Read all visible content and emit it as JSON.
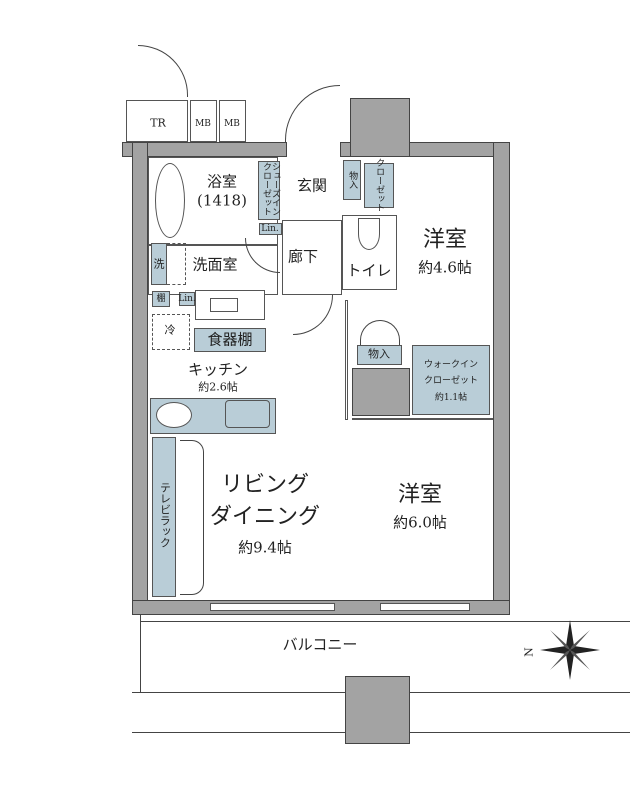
{
  "rooms": {
    "tr": "TR",
    "mb1": "MB",
    "mb2": "MB",
    "bath": "浴室",
    "bath_size": "(1418)",
    "shoes": "シューズインクローゼット",
    "entrance": "玄関",
    "storage1": "物入",
    "closet": "クローゼット",
    "lin1": "Lin.",
    "lin2": "Lin.",
    "corridor": "廊下",
    "toilet": "トイレ",
    "western1": "洋室",
    "western1_size": "約4.6帖",
    "washroom": "洗面室",
    "washer": "洗",
    "shelf": "棚",
    "fridge": "冷",
    "cupboard": "食器棚",
    "kitchen": "キッチン",
    "kitchen_size": "約2.6帖",
    "storage2": "物入",
    "wic": "ウォークイン",
    "wic2": "クローゼット",
    "wic_size": "約1.1帖",
    "living": "リビング",
    "living2": "ダイニング",
    "living_size": "約9.4帖",
    "tv_rack": "テレビラック",
    "western2": "洋室",
    "western2_size": "約6.0帖",
    "balcony": "バルコニー"
  },
  "compass": {
    "label": "N"
  },
  "colors": {
    "wall": "#a3a3a3",
    "fixture": "#b9cdd7"
  }
}
